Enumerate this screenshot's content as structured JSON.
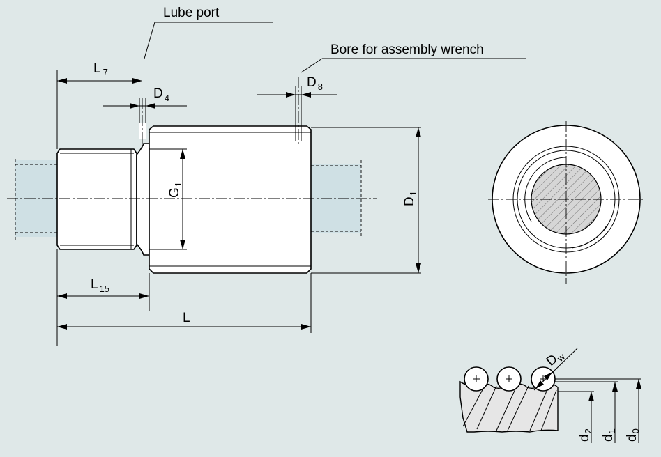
{
  "callouts": {
    "lube_port": "Lube port",
    "bore_wrench": "Bore for assembly wrench"
  },
  "dimensions": {
    "L7": {
      "main": "L",
      "sub": "7"
    },
    "D4": {
      "main": "D",
      "sub": "4"
    },
    "D8": {
      "main": "D",
      "sub": "8"
    },
    "G1": {
      "main": "G",
      "sub": "1"
    },
    "D1": {
      "main": "D",
      "sub": "1"
    },
    "L15": {
      "main": "L",
      "sub": "15"
    },
    "L": {
      "main": "L"
    },
    "Dw": {
      "main": "D",
      "sub": "w"
    },
    "d2": {
      "main": "d",
      "sub": "2"
    },
    "d1": {
      "main": "d",
      "sub": "1"
    },
    "d0": {
      "main": "d",
      "sub": "0"
    }
  },
  "colors": {
    "background": "#dfe8e8",
    "part_fill": "#ffffff",
    "spindle_fill": "#cfe0e4",
    "outline": "#000000"
  }
}
